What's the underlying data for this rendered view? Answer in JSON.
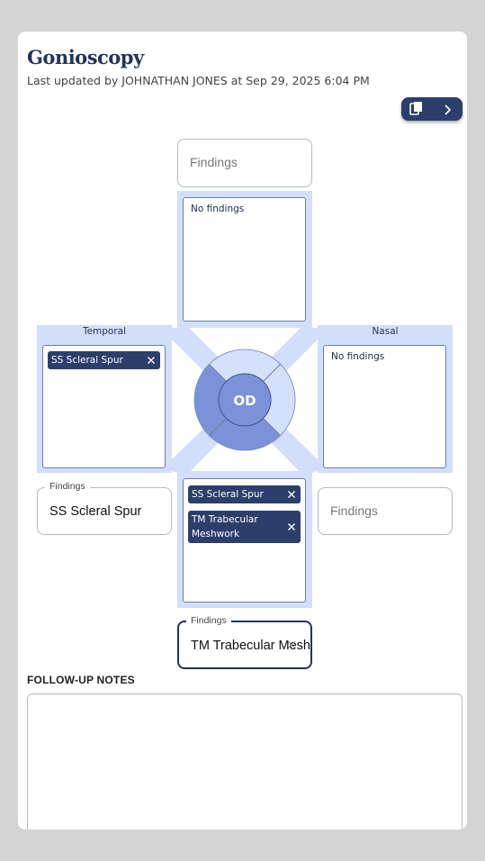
{
  "header": {
    "title": "Gonioscopy",
    "subtitle": "Last updated by JOHNATHAN JONES at Sep 29, 2025 6:04 PM"
  },
  "toolbar": {
    "copy_icon": "copy-icon",
    "next_icon": "chevron-right-icon"
  },
  "eye_label": "OD",
  "quadrants": {
    "superior": {
      "field_placeholder": "Findings",
      "findings_text": "No findings",
      "chips": []
    },
    "temporal": {
      "label": "Temporal",
      "field_legend": "Findings",
      "field_value": "SS Scleral Spur",
      "chips": [
        {
          "label": "SS Scleral Spur"
        }
      ]
    },
    "nasal": {
      "label": "Nasal",
      "field_placeholder": "Findings",
      "findings_text": "No findings",
      "chips": []
    },
    "inferior": {
      "field_legend": "Findings",
      "field_value": "TM Trabecular Meshwork",
      "chips": [
        {
          "label": "SS Scleral Spur"
        },
        {
          "label": "TM Trabecular Meshwork"
        }
      ]
    }
  },
  "notes": {
    "label": "FOLLOW-UP NOTES",
    "value": ""
  },
  "colors": {
    "primary": "#2c3e6b",
    "panel_bg": "#d3defa",
    "ring_fill": "#7b93d6",
    "ring_light": "#d5e0fb"
  }
}
